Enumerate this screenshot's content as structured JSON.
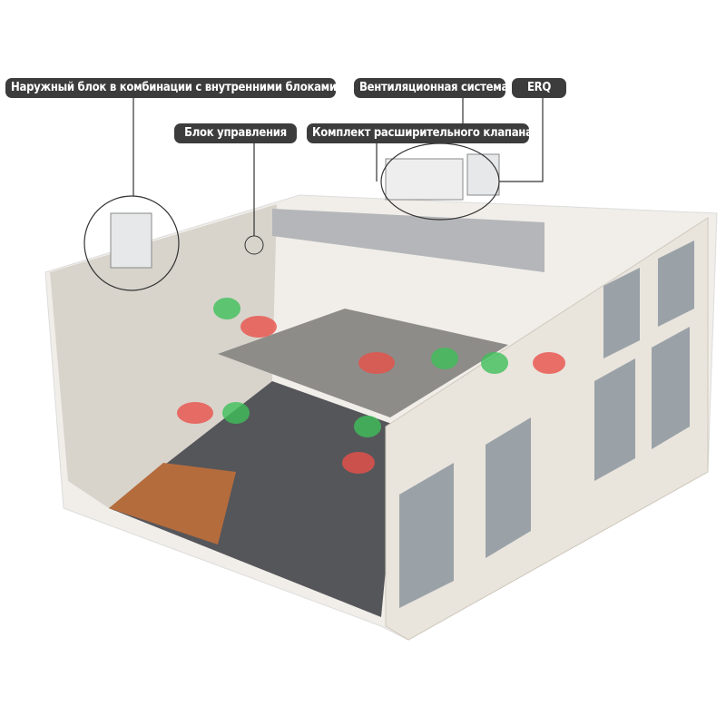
{
  "labels": {
    "outdoor_unit": "Наружный блок в комбинации с внутренними блоками",
    "ventilation": "Вентиляционная система",
    "erq": "ERQ",
    "control_unit": "Блок управления",
    "expansion_valve_kit": "Комплект расширительного клапана"
  },
  "colors": {
    "label_bg": "#3c3c3c",
    "heat": "#e8504a",
    "cool": "#3fbf5a",
    "wall": "#e9e4dc"
  }
}
